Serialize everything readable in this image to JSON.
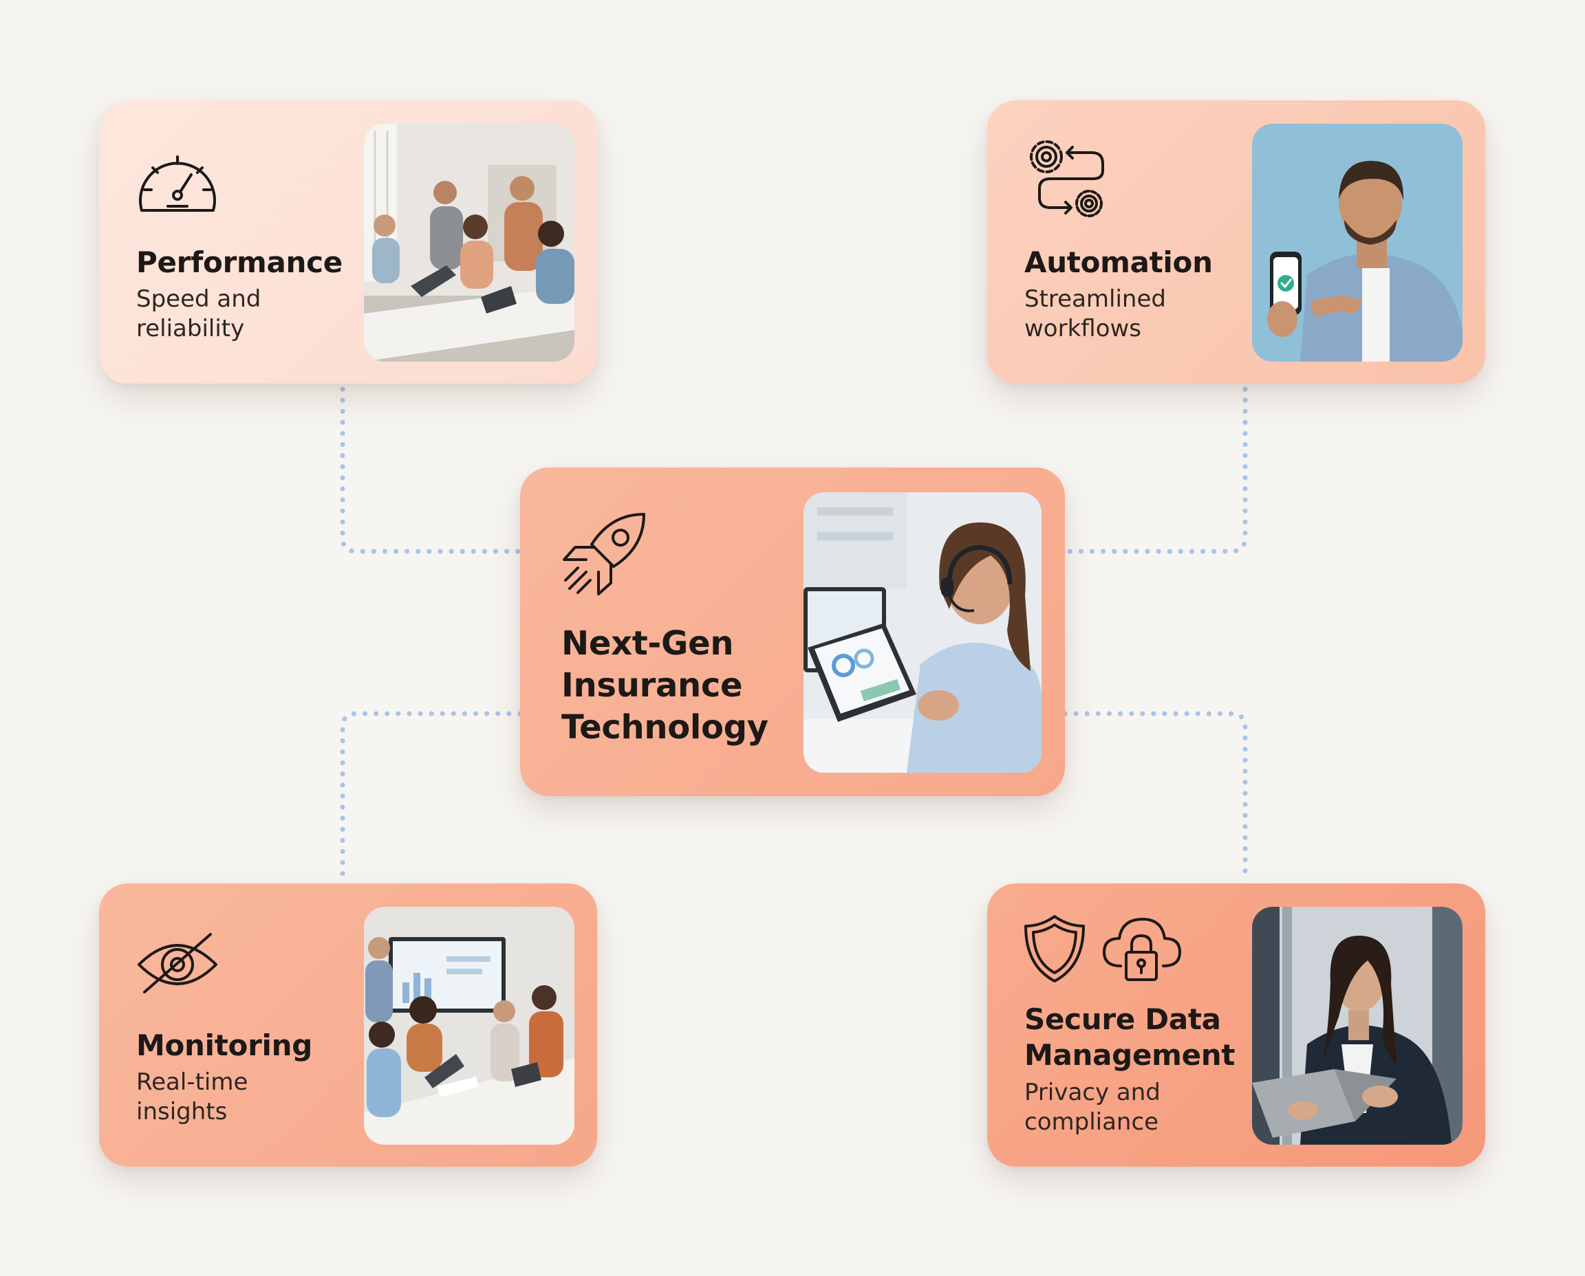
{
  "colors": {
    "background": "#f6f5f2",
    "connector": "#a9c3e6",
    "icon_stroke": "#1c1917",
    "check_badge": "#2fae8e"
  },
  "center": {
    "title_lines": [
      "Next-Gen",
      "Insurance",
      "Technology"
    ],
    "icon": "rocket-icon",
    "photo": "support-agent-with-headset-and-tablet-photo"
  },
  "nodes": [
    {
      "id": "performance",
      "title": "Performance",
      "subtitle_lines": [
        "Speed and",
        "reliability"
      ],
      "icons": [
        "speedometer-icon"
      ],
      "photo": "team-collaborating-at-laptops-photo"
    },
    {
      "id": "automation",
      "title": "Automation",
      "subtitle_lines": [
        "Streamlined",
        "workflows"
      ],
      "icons": [
        "gears-workflow-icon"
      ],
      "photo": "man-holding-phone-with-check-photo"
    },
    {
      "id": "monitoring",
      "title": "Monitoring",
      "subtitle_lines": [
        "Real-time",
        "insights"
      ],
      "icons": [
        "eye-target-icon"
      ],
      "photo": "team-reviewing-dashboard-photo"
    },
    {
      "id": "secure",
      "title_lines": [
        "Secure Data",
        "Management"
      ],
      "subtitle_lines": [
        "Privacy and",
        "compliance"
      ],
      "icons": [
        "shield-icon",
        "cloud-lock-icon"
      ],
      "photo": "businesswoman-with-laptop-photo"
    }
  ]
}
